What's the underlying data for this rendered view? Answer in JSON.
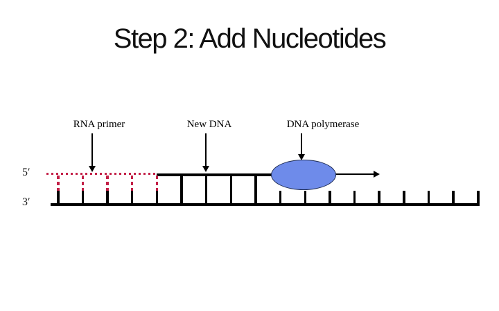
{
  "slide": {
    "title": "Step 2: Add Nucleotides",
    "background_color": "#ffffff",
    "title_color": "#111111"
  },
  "diagram": {
    "labels": {
      "rna_primer": "RNA primer",
      "new_dna": "New DNA",
      "dna_polymerase": "DNA polymerase",
      "five_prime": "5′",
      "three_prime": "3′"
    },
    "colors": {
      "primer_red": "#c32148",
      "strand_black": "#000000",
      "polymerase_fill": "#6e8bea",
      "polymerase_border": "#1f2d55"
    },
    "structure": {
      "primer_rungs": 5,
      "new_dna_rungs": 4,
      "template_ticks": 9
    }
  }
}
